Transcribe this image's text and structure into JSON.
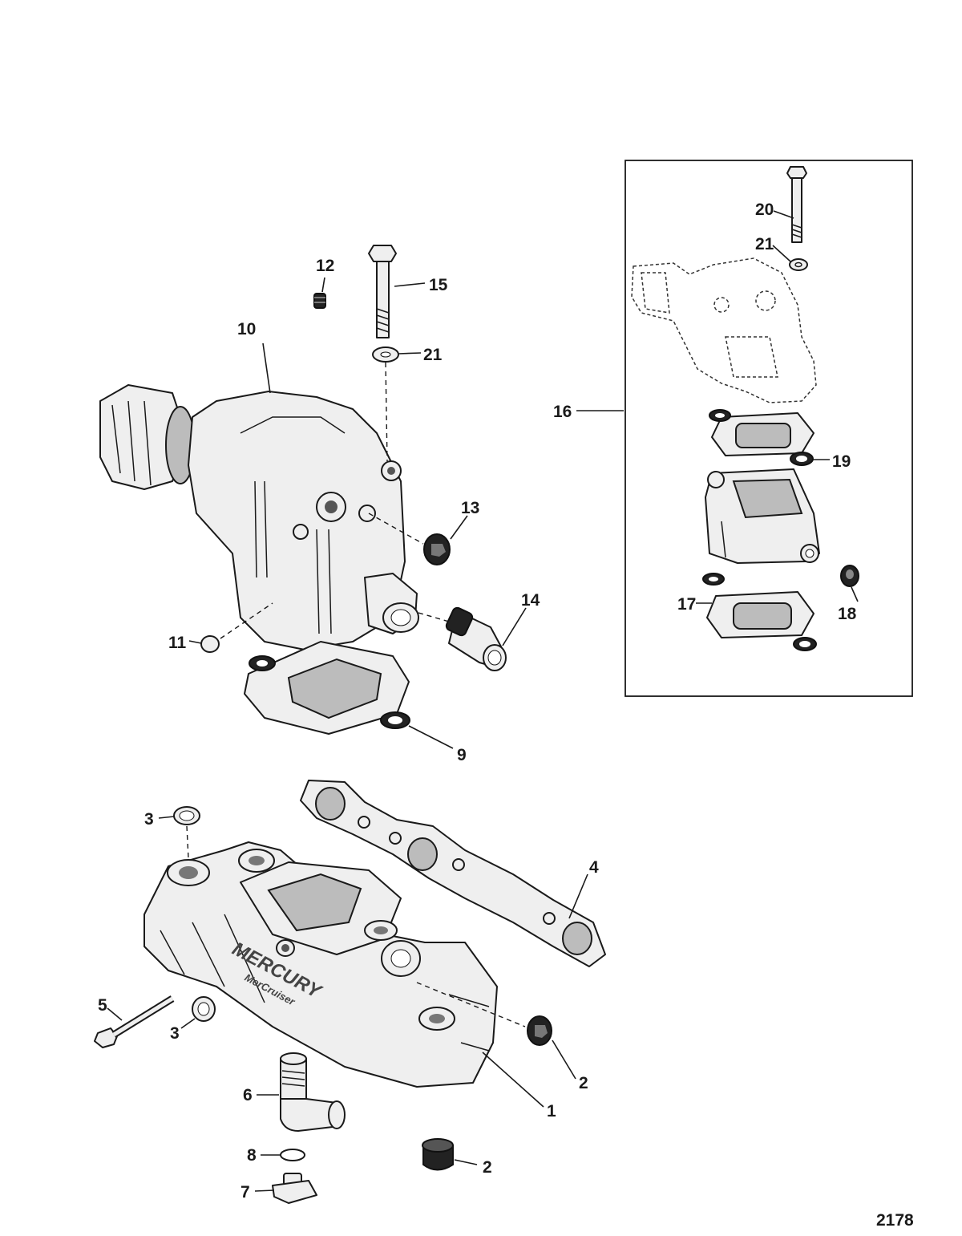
{
  "callouts": {
    "n1": "1",
    "n2a": "2",
    "n2b": "2",
    "n3a": "3",
    "n3b": "3",
    "n4": "4",
    "n5": "5",
    "n6": "6",
    "n7": "7",
    "n8": "8",
    "n9": "9",
    "n10": "10",
    "n11": "11",
    "n12": "12",
    "n13": "13",
    "n14": "14",
    "n15": "15",
    "n16": "16",
    "n17": "17",
    "n18": "18",
    "n19": "19",
    "n20": "20",
    "n21a": "21",
    "n21b": "21"
  },
  "logo": {
    "brand": "MERCURY",
    "sub": "MerCruiser"
  },
  "figure_number": "2178"
}
